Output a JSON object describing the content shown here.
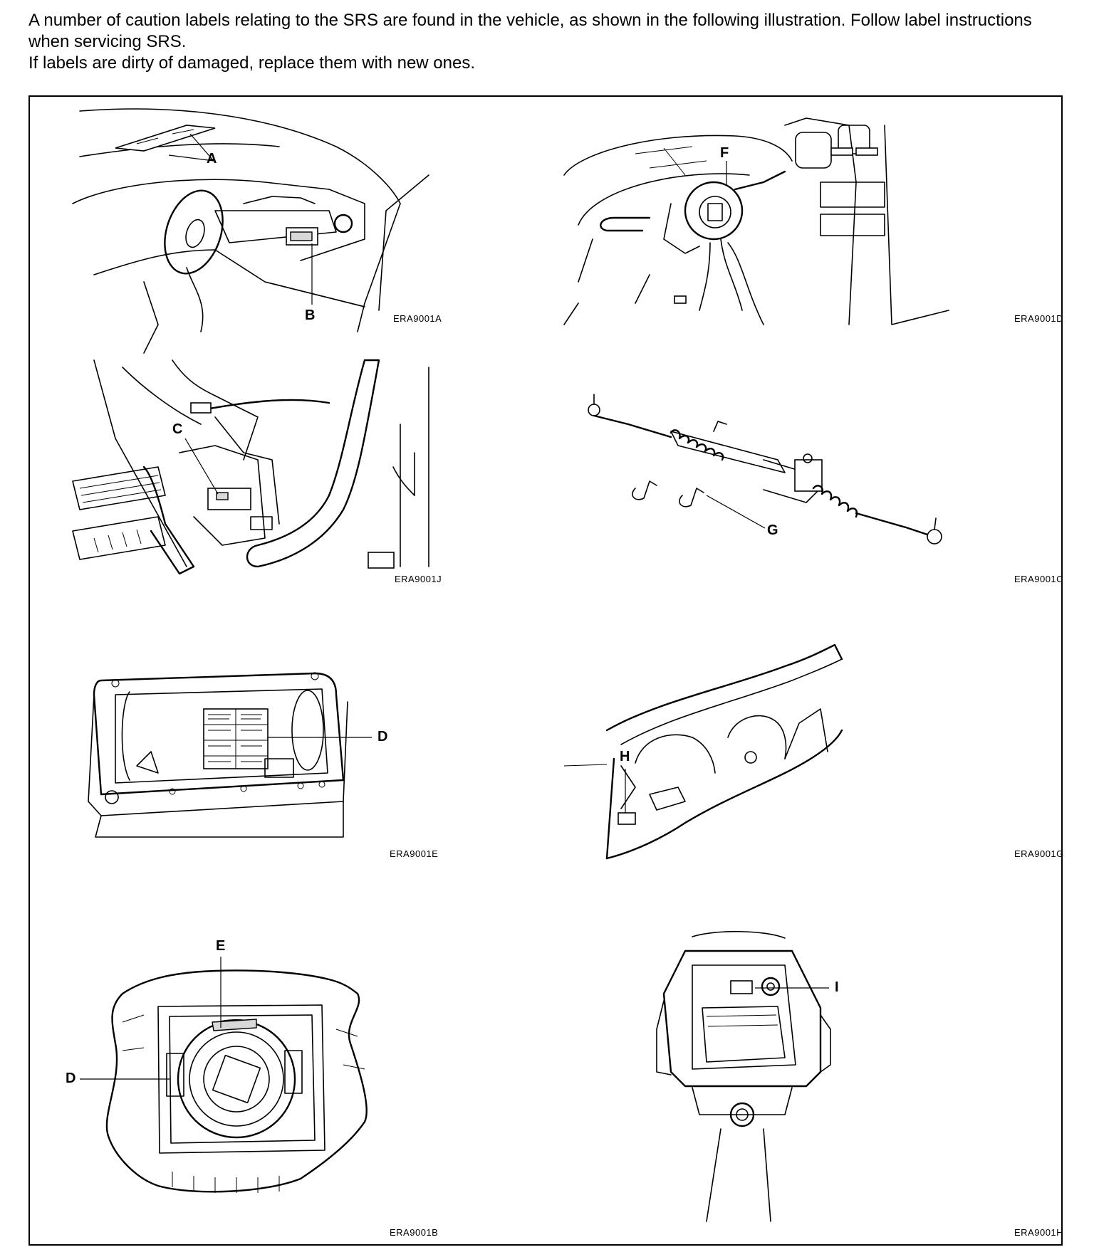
{
  "intro": {
    "line1": "A number of caution labels relating to the SRS are found in the vehicle, as shown in the following illustration. Follow label instructions when servicing SRS.",
    "line2": "If labels are dirty of damaged, replace them with new ones."
  },
  "panels": {
    "dashboard": {
      "code": "ERA9001A",
      "labels": [
        "A",
        "B"
      ]
    },
    "column": {
      "code": "ERA9001D",
      "labels": [
        "F"
      ]
    },
    "pedal": {
      "code": "ERA9001J",
      "labels": [
        "C"
      ]
    },
    "rack": {
      "code": "ERA9001C",
      "labels": [
        "G"
      ]
    },
    "airbag_module": {
      "code": "ERA9001E",
      "labels": [
        "D"
      ]
    },
    "instrument_panel": {
      "code": "ERA9001G",
      "labels": [
        "H"
      ]
    },
    "wheel_pad": {
      "code": "ERA9001B",
      "labels": [
        "E",
        "D"
      ]
    },
    "belt_retractor": {
      "code": "ERA9001H",
      "labels": [
        "I"
      ]
    }
  }
}
